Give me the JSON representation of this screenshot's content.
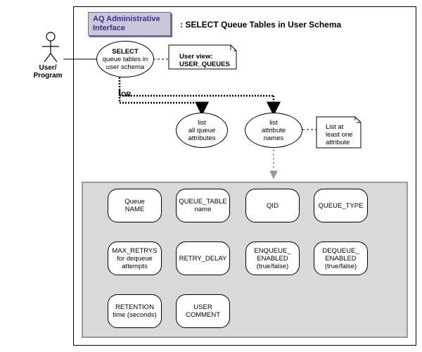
{
  "header": {
    "badge_line1": "AQ Administrative",
    "badge_line2": "Interface",
    "title": ": SELECT Queue Tables in User Schema"
  },
  "actor": {
    "line1": "User/",
    "line2": "Program"
  },
  "select_node": {
    "line1": "SELECT",
    "line2": "queue tables in",
    "line3": "user schema"
  },
  "note_user_view": {
    "line1": "User view:",
    "line2": "USER_QUEUES"
  },
  "or_label": "OR",
  "list_all": {
    "line1": "list",
    "line2": "all queue",
    "line3": "attributes"
  },
  "list_names": {
    "line1": "list",
    "line2": "attribute",
    "line3": "names"
  },
  "note_list": {
    "line1": "List at",
    "line2": "least one",
    "line3": "attribute"
  },
  "attributes": [
    {
      "line1": "Queue",
      "line2": "NAME",
      "line3": ""
    },
    {
      "line1": "QUEUE_TABLE",
      "line2": "name",
      "line3": ""
    },
    {
      "line1": "QID",
      "line2": "",
      "line3": ""
    },
    {
      "line1": "QUEUE_TYPE",
      "line2": "",
      "line3": ""
    },
    {
      "line1": "MAX_RETRYS",
      "line2": "for dequeue",
      "line3": "attempts"
    },
    {
      "line1": "RETRY_DELAY",
      "line2": "",
      "line3": ""
    },
    {
      "line1": "ENQUEUE_",
      "line2": "ENABLED",
      "line3": "(true/false)"
    },
    {
      "line1": "DEQUEUE_",
      "line2": "ENABLED",
      "line3": "(true/false)"
    },
    {
      "line1": "RETENTION",
      "line2": "time (seconds)",
      "line3": ""
    },
    {
      "line1": "USER",
      "line2": "COMMENT",
      "line3": ""
    }
  ]
}
